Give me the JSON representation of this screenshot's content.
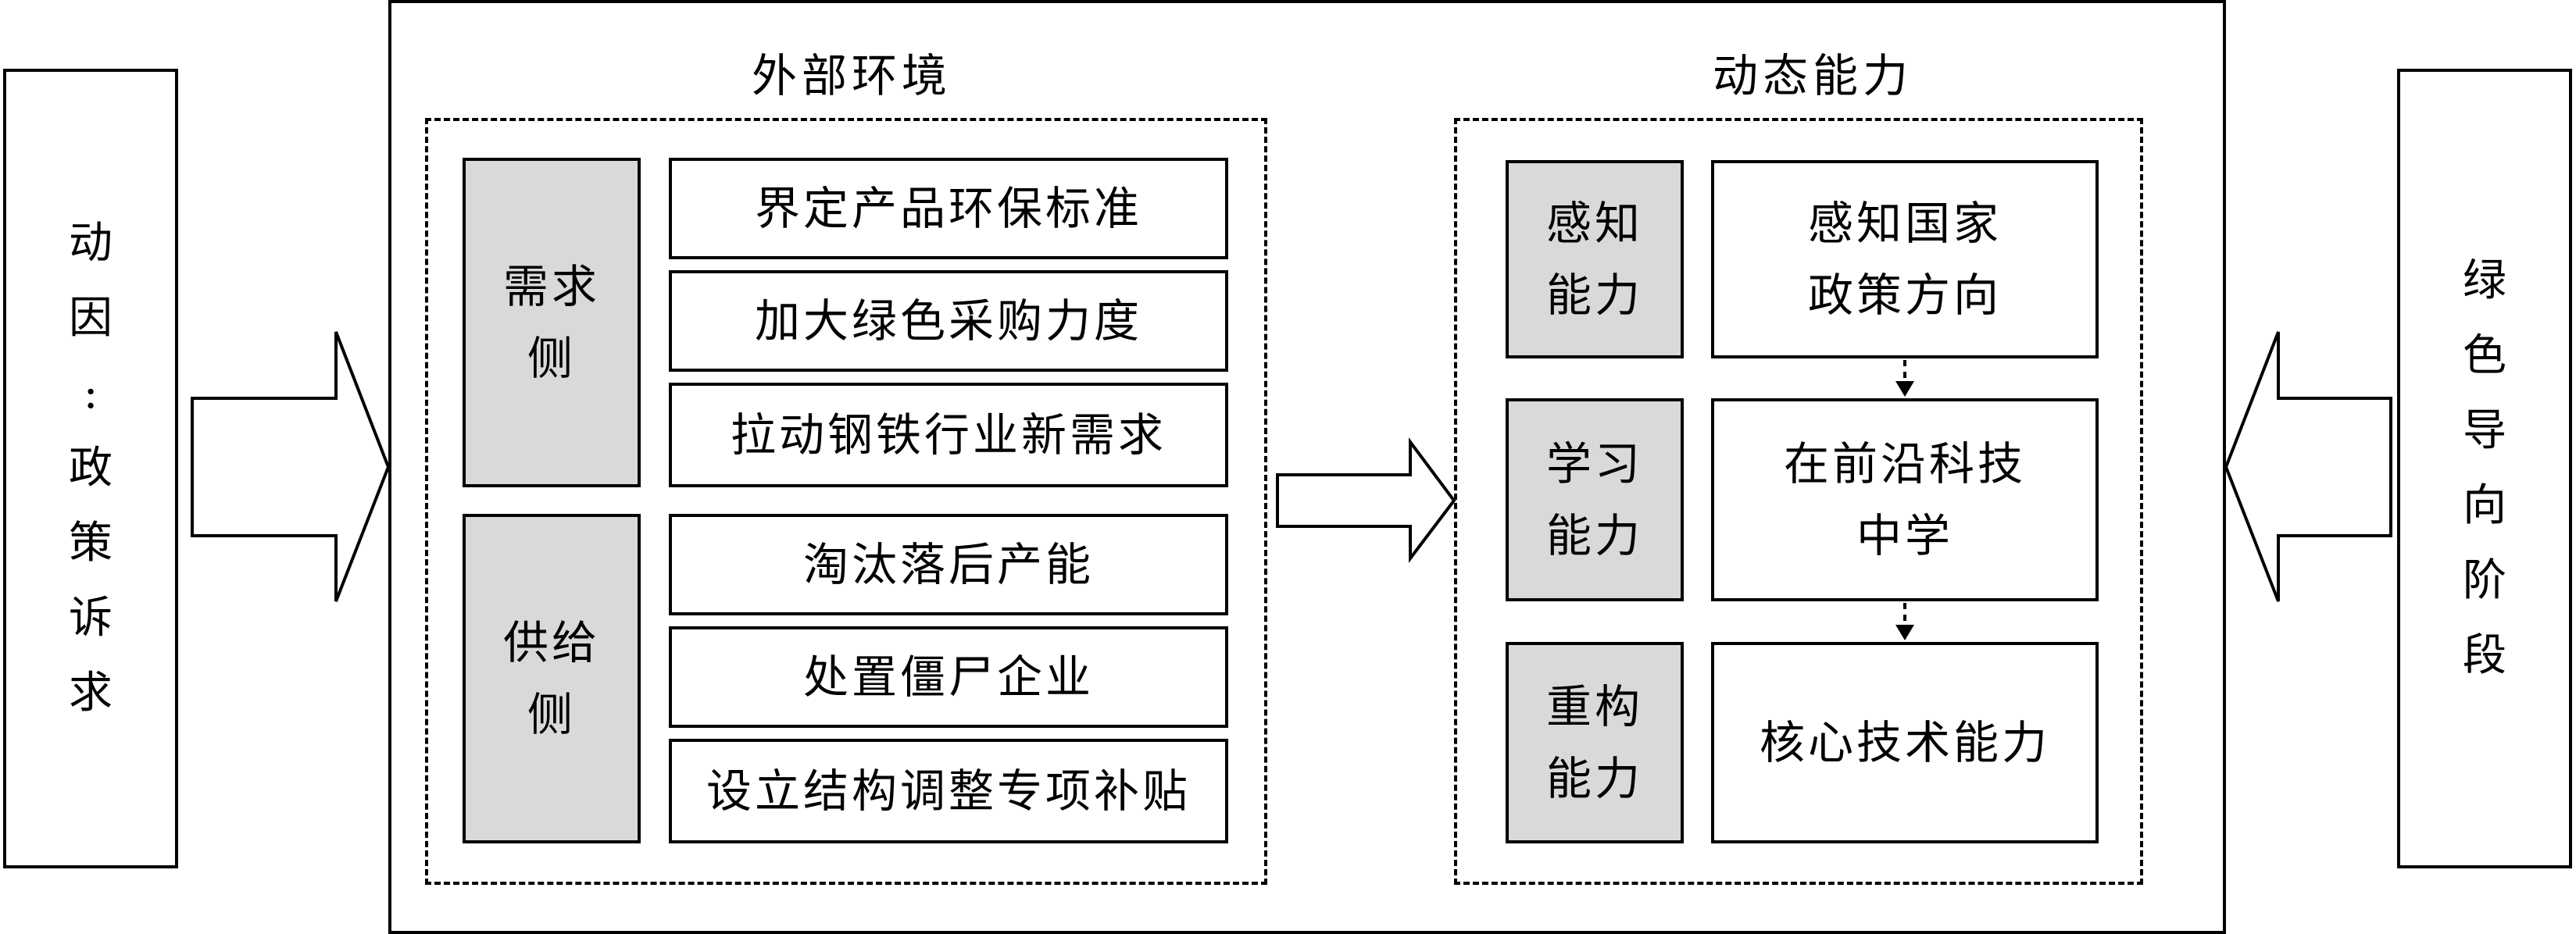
{
  "left_panel": {
    "chars": [
      "动",
      "因",
      ":",
      "政",
      "策",
      "诉",
      "求"
    ]
  },
  "right_panel": {
    "chars": [
      "绿",
      "色",
      "导",
      "向",
      "阶",
      "段"
    ]
  },
  "external": {
    "title": "外部环境",
    "demand": {
      "label_lines": [
        "需求",
        "侧"
      ],
      "items": [
        "界定产品环保标准",
        "加大绿色采购力度",
        "拉动钢铁行业新需求"
      ]
    },
    "supply": {
      "label_lines": [
        "供给",
        "侧"
      ],
      "items": [
        "淘汰落后产能",
        "处置僵尸企业",
        "设立结构调整专项补贴"
      ]
    }
  },
  "dynamic": {
    "title": "动态能力",
    "rows": [
      {
        "label_lines": [
          "感知",
          "能力"
        ],
        "content_lines": [
          "感知国家",
          "政策方向"
        ]
      },
      {
        "label_lines": [
          "学习",
          "能力"
        ],
        "content_lines": [
          "在前沿科技",
          "中学"
        ]
      },
      {
        "label_lines": [
          "重构",
          "能力"
        ],
        "content_lines": [
          "核心技术能力"
        ]
      }
    ]
  }
}
